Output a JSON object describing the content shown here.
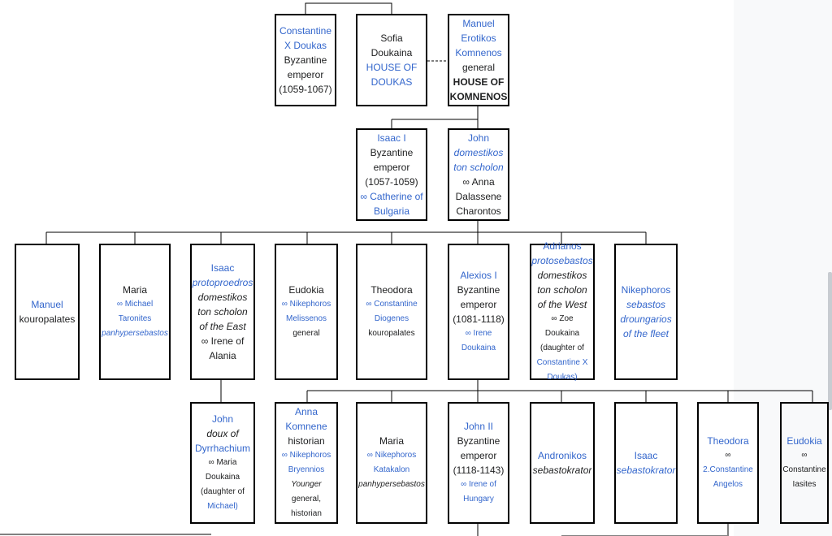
{
  "tree": {
    "constantine_x": [
      "Constantine X Doukas",
      "Byzantine emperor",
      "(1059-1067)"
    ],
    "sofia": [
      "Sofia Doukaina",
      "HOUSE OF DOUKAS"
    ],
    "manuel_erotikos": [
      "Manuel Erotikos Komnenos",
      "general",
      "HOUSE OF KOMNENOS"
    ],
    "isaac_i": [
      "Isaac I",
      "Byzantine emperor (1057-1059)",
      "∞ Catherine of Bulgaria"
    ],
    "john_domestikos": [
      "John",
      "domestikos ton scholon",
      "∞ Anna",
      "Dalassene Charontos"
    ],
    "manuel_kouro": [
      "Manuel",
      "kouropalates"
    ],
    "maria_taronites": [
      "Maria",
      "∞ Michael Taronites",
      "panhypersebastos"
    ],
    "isaac_proto": [
      "Isaac",
      "protoproedros",
      "domestikos ton scholon of the East",
      "∞ Irene of Alania"
    ],
    "eudokia": [
      "Eudokia",
      "∞ Nikephoros Melissenos",
      "general"
    ],
    "theodora_diogenes": [
      "Theodora",
      "∞ Constantine Diogenes",
      "kouropalates"
    ],
    "alexios_i": [
      "Alexios I",
      "Byzantine emperor",
      "(1081-1118)",
      "∞ Irene Doukaina"
    ],
    "adrianos": [
      "Adrianos",
      "protosebastos",
      "domestikos ton scholon of the West",
      "∞ Zoe Doukaina",
      "(daughter of",
      "Constantine X Doukas)"
    ],
    "nikephoros_fleet": [
      "Nikephoros",
      "sebastos droungarios of the fleet"
    ],
    "john_doux": [
      "John",
      "doux of",
      "Dyrrhachium",
      "∞ Maria Doukaina",
      "(daughter of",
      "Michael)"
    ],
    "anna_komnene": [
      "Anna Komnene",
      "historian",
      "∞ Nikephoros Bryennios",
      "Younger",
      "general, historian"
    ],
    "maria_katakalon": [
      "Maria",
      "∞ Nikephoros Katakalon",
      "panhypersebastos"
    ],
    "john_ii": [
      "John II",
      "Byzantine emperor",
      "(1118-1143)",
      "∞ Irene of Hungary"
    ],
    "andronikos": [
      "Andronikos",
      "sebastokrator"
    ],
    "isaac_sebasto": [
      "Isaac",
      "sebastokrator"
    ],
    "theodora_angelos": [
      "Theodora",
      "∞",
      "2.Constantine Angelos"
    ],
    "eudokia_iasites": [
      "Eudokia",
      "∞",
      "Constantine Iasites"
    ]
  }
}
